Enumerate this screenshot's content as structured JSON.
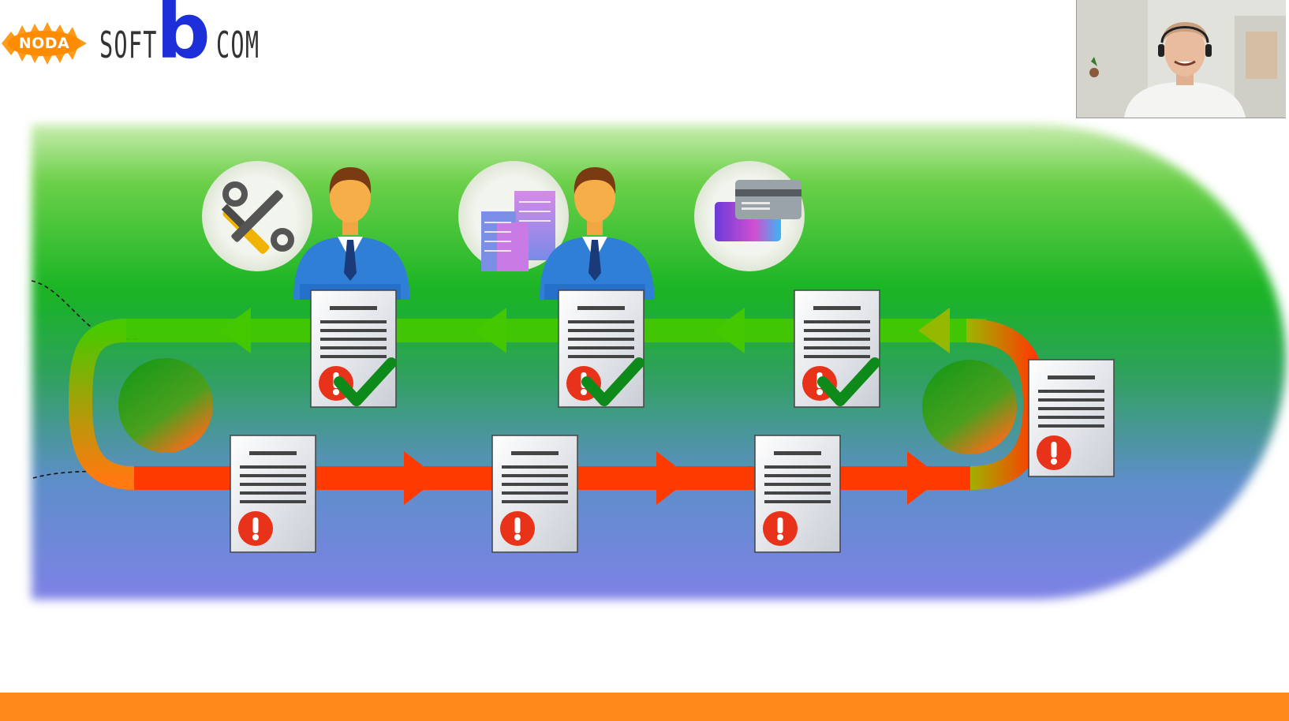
{
  "logos": {
    "noda": "NODA",
    "softbcom": {
      "left": "SOFT",
      "letter": "b",
      "right": "COM"
    }
  },
  "colors": {
    "footer_bar": "#ff8a1c",
    "approved_path": "#44c800",
    "pending_path": "#ff3a00",
    "check": "#0e8a1a",
    "alert": "#e8321a",
    "brand_blue": "#1d2fd8"
  },
  "icons": {
    "top_circles": [
      "tools-icon",
      "buildings-icon",
      "credit-card-icon"
    ],
    "people": [
      "person-icon",
      "person-icon"
    ]
  },
  "documents": {
    "top_row": [
      "document-approved-icon",
      "document-approved-icon",
      "document-approved-icon"
    ],
    "bottom_row": [
      "document-alert-icon",
      "document-alert-icon",
      "document-alert-icon"
    ],
    "right_turn": "document-alert-icon"
  },
  "webcam": {
    "content": "presenter-video"
  }
}
